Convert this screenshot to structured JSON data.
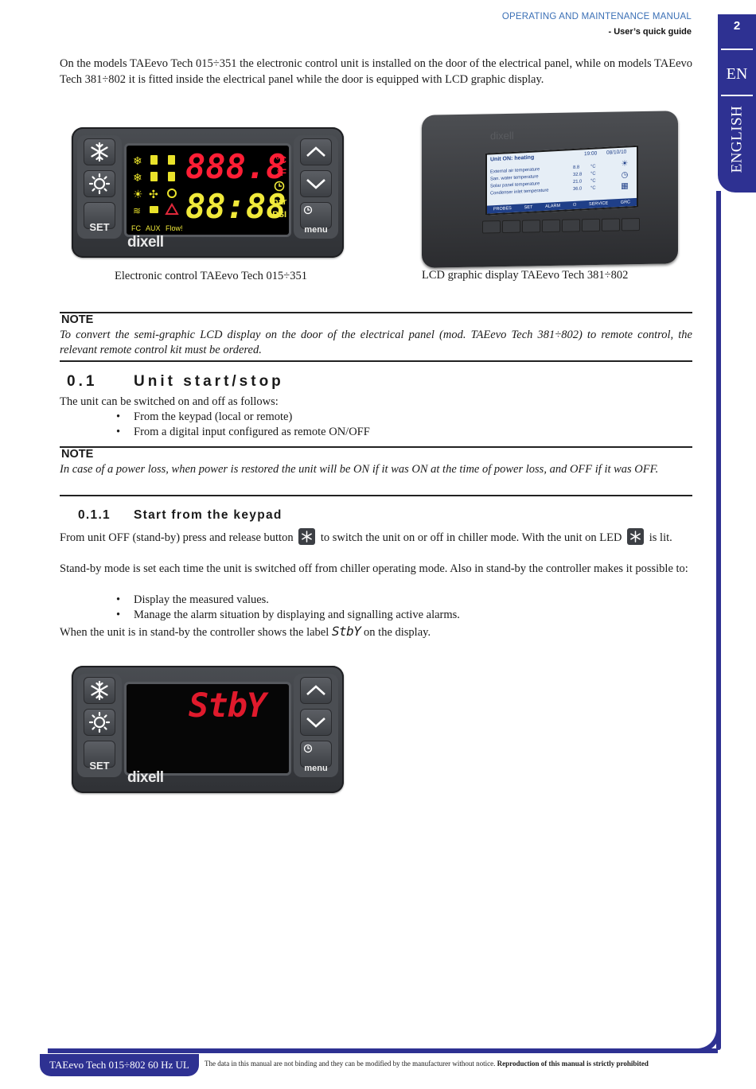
{
  "header": {
    "manual_title": "OPERATING AND MAINTENANCE MANUAL",
    "subtitle": "- User’s quick guide"
  },
  "side_tab": {
    "page_number": "2",
    "lang_code": "EN",
    "language": "ENGLISH"
  },
  "intro": "On the models TAEevo Tech 015÷351 the electronic control unit is installed on the door of the electrical panel, while on models TAEevo Tech 381÷802 it is fitted inside the electrical panel while the door is equipped with LCD graphic display.",
  "controller1": {
    "brand": "dixell",
    "top_display": "888.8",
    "bottom_display": "88:88",
    "unit_c": "°C",
    "unit_f": "°F",
    "unit_bar": "bar",
    "unit_psi": "PSI",
    "label_fc": "FC",
    "label_aux": "AUX",
    "label_flow": "Flow!",
    "set_label": "SET",
    "menu_label": "menu"
  },
  "lcd_display": {
    "brand": "dixell",
    "title": "Unit ON: heating",
    "time": "19:00",
    "date": "08/10/10",
    "rows": [
      {
        "label": "External air temperature",
        "value": "8.8",
        "unit": "°C"
      },
      {
        "label": "San. water temperature",
        "value": "32.8",
        "unit": "°C"
      },
      {
        "label": "Solar panel temperature",
        "value": "21.0",
        "unit": "°C"
      },
      {
        "label": "Condenser inlet temperature",
        "value": "36.0",
        "unit": "°C"
      }
    ],
    "softkeys": [
      "PROBES",
      "SET",
      "ALARM",
      "SERVICE",
      "GRC"
    ]
  },
  "captions": {
    "left": "Electronic control TAEevo Tech 015÷351",
    "right": "LCD graphic display TAEevo Tech 381÷802"
  },
  "note1": {
    "label": "NOTE",
    "text": "To convert the semi-graphic LCD display on the door of the electrical panel (mod. TAEevo Tech 381÷802) to remote control, the relevant remote control kit must be ordered."
  },
  "section": {
    "number": "0.1",
    "title": "Unit start/stop",
    "intro": "The unit can be switched on and off as follows:",
    "bullets": [
      "From the keypad (local or remote)",
      "From a digital input configured as remote ON/OFF"
    ]
  },
  "note2": {
    "label": "NOTE",
    "text": "In case of a power loss, when power is restored the unit will be ON if it was ON at the time of power loss, and OFF if it was OFF."
  },
  "subsection": {
    "number": "0.1.1",
    "title": "Start from the keypad",
    "line1_a": "From unit OFF (stand-by) press and release button",
    "line1_b": "to switch the unit on or off in chiller mode. With the unit on LED",
    "line1_c": "is lit.",
    "para2": "Stand-by mode is set each time the unit is switched off from chiller operating mode. Also in stand-by the controller makes it possible to:",
    "bullets": [
      "Display the measured values.",
      "Manage the alarm situation by displaying and signalling active alarms."
    ],
    "last_a": "When the unit is in stand-by the controller shows the label",
    "stby": "StbY",
    "last_b": "on the display."
  },
  "controller2": {
    "brand": "dixell",
    "top_display": "StbY",
    "set_label": "SET",
    "menu_label": "menu"
  },
  "footer": {
    "model": "TAEevo Tech 015÷802 60 Hz UL",
    "disclaimer": "The data in this manual are not binding and they can be modified by the manufacturer without notice.",
    "disclaimer_bold": "Reproduction of this manual is strictly prohibited"
  }
}
